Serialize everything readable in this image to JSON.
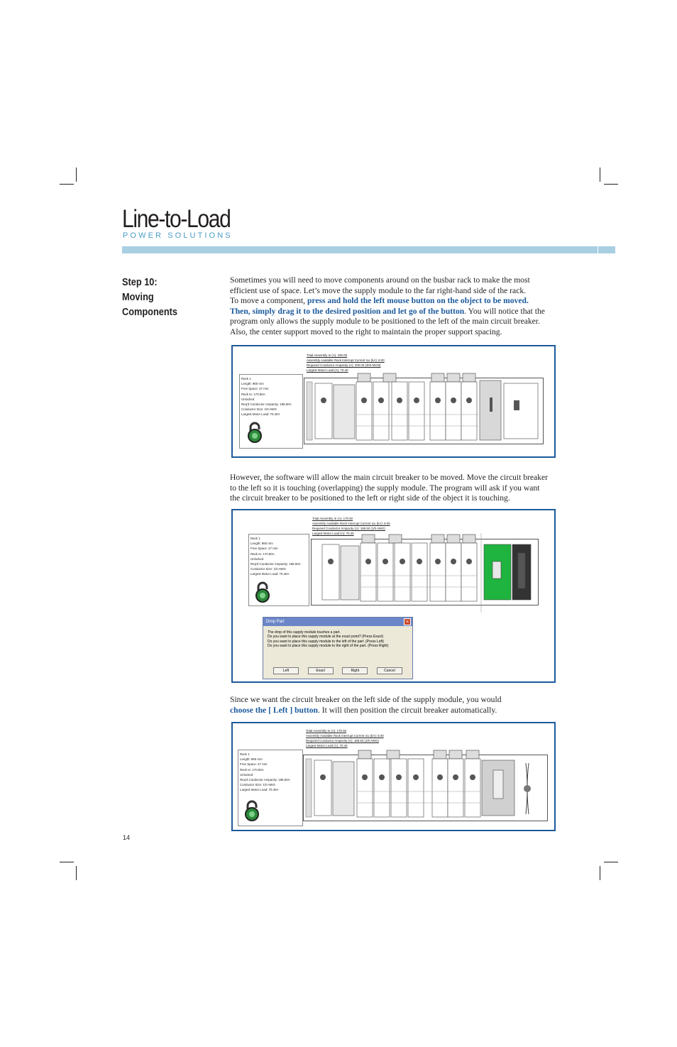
{
  "header": {
    "title": "Line-to-Load",
    "subtitle": "POWER SOLUTIONS"
  },
  "step": {
    "number": "Step 10:",
    "title": "Moving Components"
  },
  "para1": {
    "line1": "Sometimes you will need to move components around on the busbar rack to make the most",
    "line2": "efficient use of space. Let’s move the supply module to the far right-hand side of the rack.",
    "line3a": "To move a component, ",
    "line3b": "press and hold the left mouse button on the object to be moved.",
    "line4a": "Then, simply drag it to the desired position and let go of the button",
    "line4b": ". You will notice that the",
    "line5": "program only allows the supply module to be positioned to the left of the main circuit breaker.",
    "line6": "Also, the center support moved to the right to maintain the proper support spacing."
  },
  "para2": {
    "line1": "However, the software will allow the main circuit breaker to be moved. Move the circuit breaker",
    "line2": "to the left so it is touching (overlapping) the supply module. The program will ask if you want",
    "line3": "the circuit breaker to be positioned to the left or right side of the object it is touching."
  },
  "para3": {
    "line1": "Since we want the circuit breaker on the left side of the supply module, you would",
    "line2a": "choose the [ Left ] button",
    "line2b": ". It will then position the circuit breaker automatically."
  },
  "screen1": {
    "notes": [
      "Total Assembly Ie (A): 200.00",
      "Assembly Available Rack Interrupt Current Icu (kA): 8.00",
      "Required Conductor Ampacity (A): 200.00 (300 MCM)",
      "Largest Motor Load (A): 70.40"
    ],
    "info": [
      "Rack 1",
      "Length: 960 mm",
      "Free Space: 47 mm",
      "Rack Ie: 170.50A",
      "Unlocked",
      "Req'd Conductor Ampacity: 185.50A",
      "Conductor Size: 1/0 AWG",
      "Largest Motor Load: 70.40A"
    ]
  },
  "screen2": {
    "notes": [
      "Total Assembly Ie (A): 170.50",
      "Assembly Available Rack Interrupt Current Icu (kA): 8.00",
      "Required Conductor Ampacity (A): 185.50 (1/0 AWG)",
      "Largest Motor Load (A): 70.40"
    ],
    "info": [
      "Rack 1",
      "Length: 960 mm",
      "Free Space: 47 mm",
      "Rack Ie: 170.50A",
      "Unlocked",
      "Req'd Conductor Ampacity: 185.50A",
      "Conductor Size: 1/0 AWG",
      "Largest Motor Load: 70.40A"
    ],
    "dialog": {
      "title": "Drop Part",
      "close": "×",
      "messages": [
        "The drop of this supply module touches a part.",
        "Do you want to place this supply module at the exact point? (Press Exact)",
        "Do you want to place this supply module to the left of the part. (Press Left)",
        "Do you want to place this supply module to the right of the part. (Press Right)"
      ],
      "buttons": [
        "Left",
        "Exact",
        "Right",
        "Cancel"
      ]
    }
  },
  "screen3": {
    "notes": [
      "Total Assembly Ie (A): 170.50",
      "Assembly Available Rack Interrupt Current Icu (kA): 8.00",
      "Required Conductor Ampacity (A): 185.50 (1/0 AWG)",
      "Largest Motor Load (A): 70.40"
    ],
    "info": [
      "Rack 1",
      "Length: 960 mm",
      "Free Space: 47 mm",
      "Rack Ie: 170.50A",
      "Unlocked",
      "Req'd Conductor Ampacity: 185.50A",
      "Conductor Size: 1/0 AWG",
      "Largest Motor Load: 70.40A"
    ]
  },
  "footer": {
    "page": "14"
  }
}
